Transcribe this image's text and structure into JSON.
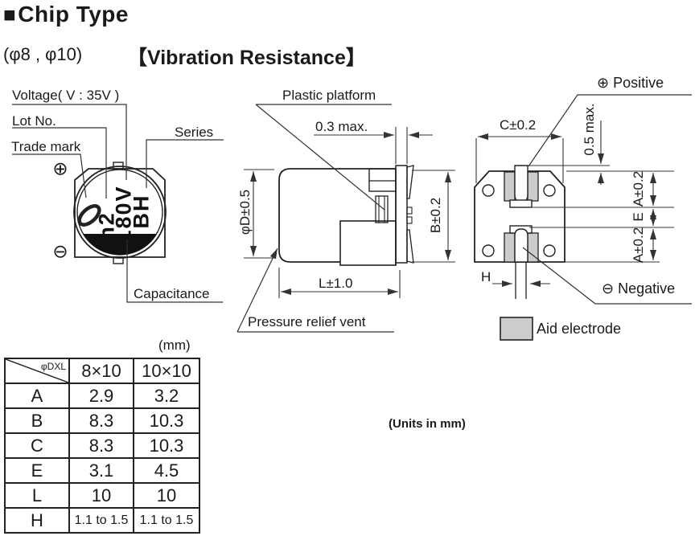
{
  "header": {
    "marker": "■",
    "title": "Chip Type",
    "size_note": "(φ8 , φ10)",
    "feature": "【Vibration Resistance】"
  },
  "top_view": {
    "voltage_label": "Voltage( V : 35V )",
    "lot_label": "Lot No.",
    "trademark_label": "Trade mark",
    "series_label": "Series",
    "capacitance_label": "Capacitance",
    "positive_symbol": "⊕",
    "negative_symbol": "⊖",
    "marking": {
      "lot": "n2",
      "voltage": "180V",
      "series": "BH"
    }
  },
  "side_view": {
    "platform_label": "Plastic platform",
    "vent_label": "Pressure relief vent",
    "gap_dim": "0.3 max.",
    "diameter_dim": "φD±0.5",
    "length_dim": "L±1.0"
  },
  "bottom_view": {
    "positive_label": "⊕ Positive",
    "negative_label": "⊖ Negative",
    "width_dim": "C±0.2",
    "body_dim": "B±0.2",
    "protrusion_dim": "0.5 max.",
    "pad_dim_top": "A±0.2",
    "gap_dim": "E",
    "pad_dim_bottom": "A±0.2",
    "lead_dim": "H"
  },
  "legend": {
    "aid_label": "Aid electrode",
    "swatch_color": "#cccccc"
  },
  "units_note": "(Units in mm)",
  "table": {
    "unit_label": "(mm)",
    "corner_label": "φDXL",
    "columns": [
      "8×10",
      "10×10"
    ],
    "rows": [
      {
        "label": "A",
        "values": [
          "2.9",
          "3.2"
        ]
      },
      {
        "label": "B",
        "values": [
          "8.3",
          "10.3"
        ]
      },
      {
        "label": "C",
        "values": [
          "8.3",
          "10.3"
        ]
      },
      {
        "label": "E",
        "values": [
          "3.1",
          "4.5"
        ]
      },
      {
        "label": "L",
        "values": [
          "10",
          "10"
        ]
      },
      {
        "label": "H",
        "values": [
          "1.1 to 1.5",
          "1.1 to 1.5"
        ]
      }
    ]
  }
}
